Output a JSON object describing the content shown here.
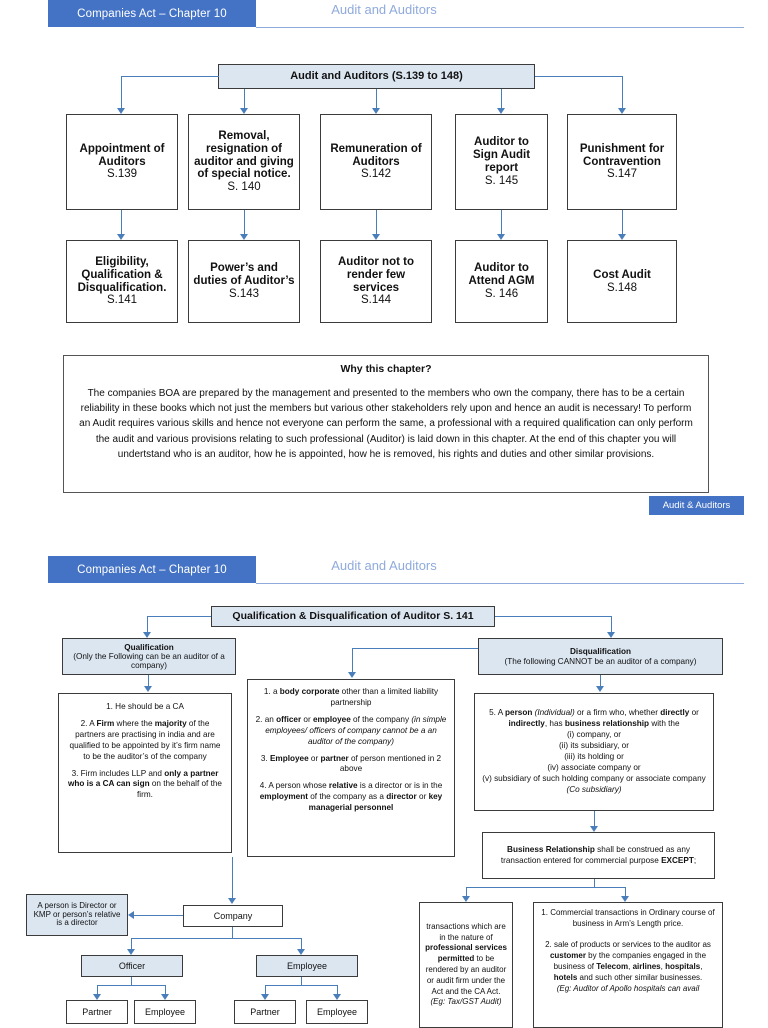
{
  "slide1": {
    "header": {
      "tab": "Companies Act – Chapter 10",
      "title": "Audit and Auditors"
    },
    "root": "Audit and Auditors (S.139 to 148)",
    "row1": [
      {
        "title": "Appointment of Auditors",
        "section": "S.139"
      },
      {
        "title": "Removal, resignation of auditor and giving of special notice.",
        "section": "S. 140"
      },
      {
        "title": "Remuneration of Auditors",
        "section": "S.142"
      },
      {
        "title": "Auditor to Sign Audit report",
        "section": "S. 145"
      },
      {
        "title": "Punishment for Contravention",
        "section": "S.147"
      }
    ],
    "row2": [
      {
        "title": "Eligibility, Qualification & Disqualification.",
        "section": "S.141"
      },
      {
        "title": "Power’s and duties of Auditor’s",
        "section": "S.143"
      },
      {
        "title": "Auditor not to render few services",
        "section": "S.144"
      },
      {
        "title": "Auditor to Attend AGM",
        "section": "S. 146"
      },
      {
        "title": "Cost Audit",
        "section": "S.148"
      }
    ],
    "why": {
      "title": "Why this chapter?",
      "body": "The companies BOA are prepared by the management and presented to the members who own the company, there has to be a certain reliability in these books which not just the members but various other stakeholders rely upon and hence an audit is necessary! To perform an Audit requires various skills and hence not everyone can perform the same, a professional with a required qualification can only perform the audit and various provisions relating to such professional (Auditor) is laid down in this chapter. At the end of this chapter you will undertstand who is an auditor, how he is appointed, how he is removed, his rights and duties and other similar provisions."
    },
    "footer_tag": "Audit & Auditors"
  },
  "slide2": {
    "header": {
      "tab": "Companies Act – Chapter 10",
      "title": "Audit and Auditors"
    },
    "root": "Qualification & Disqualification of Auditor S. 141",
    "qualification": {
      "heading": "Qualification",
      "subheading": "(Only the Following can be an auditor of a company)",
      "items": [
        "1. He should be a CA",
        "2. A <b>Firm</b> where the <b>majority</b> of the partners are practising in india and are qualified to be appointed by it’s firm name to be the auditor’s of the company",
        "3. Firm includes LLP and <b>only a partner who is a CA can sign</b> on the behalf of the firm."
      ]
    },
    "disqualification": {
      "heading": "Disqualification",
      "subheading": "(The following CANNOT be an auditor of a company)",
      "items_left": [
        "1. a <b>body corporate</b> other than a limited liability partnership",
        "2. an <b>officer</b> or <b>employee</b> of the  company <i>(in simple employees/ officers of company cannot be a an auditor of the company)</i>",
        "3. <b>Employee</b> or <b>partner</b> of person mentioned in 2 above",
        "4. A person whose <b>relative</b> is a director or is in the <b>employment</b> of the company as a <b>director</b> or <b>key managerial personnel</b>"
      ],
      "item5": "5. A <b>person</b> <i>(Individual)</i> or a firm who, whether <b>directly</b> or <b>indirectly</b>, has <b>business relationship</b> with the<br>(i) company, or<br>(ii) its subsidiary, or<br>(iii) its holding or<br>(iv) associate company or<br>(v) subsidiary of such holding company or associate company <i>(Co subsidiary)</i>",
      "business_relationship": "<b>Business Relationship</b> shall be construed as any transaction entered for commercial purpose <b>EXCEPT</b>;",
      "except_left": "transactions which are in the nature of <b>professional services permitted</b> to be rendered by an auditor or audit firm under the Act and the CA Act. <i>(Eg: Tax/GST Audit)</i>",
      "except_right": "1. Commercial transactions in Ordinary course of business in Arm’s Length price.<br><br>2. sale of products or services to the auditor as <b>customer</b> by the companies engaged in the business of <b>Telecom</b>, <b>airlines</b>, <b>hospitals</b>, <b>hotels</b> and such other similar  businesses.<br><i>(Eg: Auditor of Apollo hospitals can avail</i>"
    },
    "relative_note": "A person is Director or KMP or person’s relative is a director",
    "company": "Company",
    "officer": "Officer",
    "employee": "Employee",
    "leaf_boxes": [
      "Partner",
      "Employee",
      "Partner",
      "Employee"
    ]
  },
  "colors": {
    "accent": "#4472c4",
    "title": "#8faadc",
    "connector": "#4a7ebb",
    "box_fill": "#dce6f1"
  }
}
